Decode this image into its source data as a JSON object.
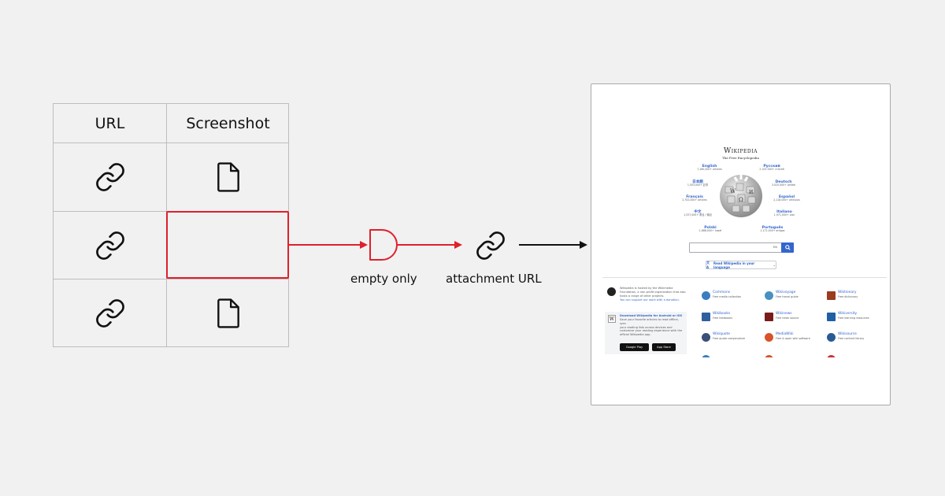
{
  "table": {
    "headers": [
      "URL",
      "Screenshot"
    ],
    "rows": [
      {
        "url": "link-icon",
        "screenshot": "document-icon"
      },
      {
        "url": "link-icon",
        "screenshot": "empty",
        "highlighted": true
      },
      {
        "url": "link-icon",
        "screenshot": "document-icon"
      }
    ]
  },
  "flow": {
    "gate_label": "empty only",
    "result_label": "attachment URL",
    "accent_color": "#e0202a",
    "arrow_color": "#111111"
  },
  "wikipedia": {
    "title": "Wikipedia",
    "subtitle": "The Free Encyclopedia",
    "languages": [
      {
        "name": "English",
        "count": "7,180,000+ articles"
      },
      {
        "name": "Русский",
        "count": "2 103 000+ статей"
      },
      {
        "name": "日本語",
        "count": "1,503,000+ 記事"
      },
      {
        "name": "Deutsch",
        "count": "3.025.000+ Artikel"
      },
      {
        "name": "Français",
        "count": "2,702,000+ articles"
      },
      {
        "name": "Español",
        "count": "2,118,000+ artículos"
      },
      {
        "name": "中文",
        "count": "1,537,000+ 条目 / 條目"
      },
      {
        "name": "Italiano",
        "count": "1,971,000+ voci"
      },
      {
        "name": "Polski",
        "count": "1,668,000+ haseł"
      },
      {
        "name": "Português",
        "count": "1,171,000+ artigos"
      }
    ],
    "search_lang": "EN",
    "read_language": "Read Wikipedia in your language",
    "hosted_text": [
      "Wikipedia is hosted by the Wikimedia",
      "Foundation, a non-profit organization that also",
      "hosts a range of other projects."
    ],
    "donate_link": "You can support our work with a donation.",
    "app_title": "Download Wikipedia for Android or iOS",
    "app_text": [
      "Save your favorite articles to read offline, sync",
      "your reading lists across devices and",
      "customize your reading experience with the",
      "official Wikipedia app."
    ],
    "google_play": "Google Play",
    "app_store": "App Store",
    "projects": [
      {
        "name": "Commons",
        "desc": "Free media collection",
        "color": "#3a7ebf"
      },
      {
        "name": "Wikivoyage",
        "desc": "Free travel guide",
        "color": "#4a90c2"
      },
      {
        "name": "Wiktionary",
        "desc": "Free dictionary",
        "color": "#9b3b1f"
      },
      {
        "name": "Wikibooks",
        "desc": "Free textbooks",
        "color": "#2f5f9e"
      },
      {
        "name": "Wikinews",
        "desc": "Free news source",
        "color": "#7a1c1c"
      },
      {
        "name": "Wikiversity",
        "desc": "Free learning resources",
        "color": "#1f5fa6"
      },
      {
        "name": "Wikiquote",
        "desc": "Free quote compendium",
        "color": "#3a4f7a"
      },
      {
        "name": "MediaWiki",
        "desc": "Free & open wiki software",
        "color": "#d9532a"
      },
      {
        "name": "Wikisource",
        "desc": "Free content library",
        "color": "#2a5a96"
      }
    ]
  }
}
